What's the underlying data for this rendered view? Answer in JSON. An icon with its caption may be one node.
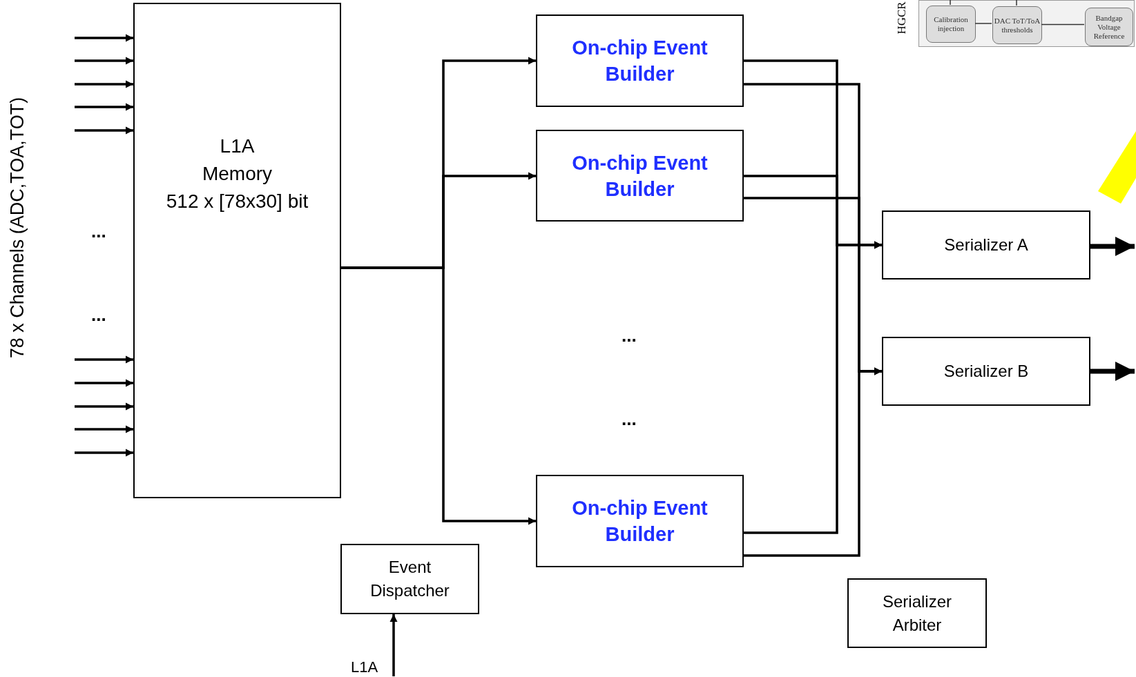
{
  "diagram": {
    "nodes": [
      {
        "text": [
          "L1A",
          "Memory",
          "512 x [78x30] bit"
        ]
      },
      {
        "text": [
          "On-chip Event Builder"
        ]
      },
      {
        "text": [
          "On-chip Event Builder"
        ]
      },
      {
        "text": [
          "On-chip Event Builder"
        ]
      },
      {
        "text": [
          "Serializer A"
        ]
      },
      {
        "text": [
          "Serializer B"
        ]
      },
      {
        "text": [
          "Event Dispatcher"
        ]
      },
      {
        "text": [
          "Serializer Arbiter"
        ]
      },
      {
        "text": [
          "L1A"
        ]
      },
      {
        "text": [],
        "shape": "box"
      },
      {
        "text": [
          "Calibration injection"
        ],
        "in": 9
      },
      {
        "text": [
          "DAC ToT/ToA thresholds"
        ],
        "in": 9
      },
      {
        "text": [
          "Bandgap Voltage Reference"
        ],
        "in": 9
      }
    ],
    "edges": [
      {
        "from": null,
        "to": 0,
        "arrow": "to"
      },
      {
        "from": null,
        "to": 0,
        "arrow": "to"
      },
      {
        "from": null,
        "to": 0,
        "arrow": "to"
      },
      {
        "from": null,
        "to": 0,
        "arrow": "to"
      },
      {
        "from": null,
        "to": 0,
        "arrow": "to"
      },
      {
        "from": null,
        "to": 0,
        "arrow": "to"
      },
      {
        "from": null,
        "to": 0,
        "arrow": "to"
      },
      {
        "from": null,
        "to": 0,
        "arrow": "to"
      },
      {
        "from": null,
        "to": 0,
        "arrow": "to"
      },
      {
        "from": null,
        "to": 0,
        "arrow": "to"
      },
      {
        "from": 0,
        "to": 1,
        "arrow": "to"
      },
      {
        "from": 0,
        "to": 2,
        "arrow": "to"
      },
      {
        "from": 0,
        "to": 3,
        "arrow": "to"
      },
      {
        "from": 1,
        "to": 4,
        "arrow": "to"
      },
      {
        "from": 1,
        "to": 5,
        "arrow": "to"
      },
      {
        "from": 2,
        "to": 4,
        "arrow": "to"
      },
      {
        "from": 2,
        "to": 5,
        "arrow": "to"
      },
      {
        "from": 3,
        "to": 4,
        "arrow": "to"
      },
      {
        "from": 3,
        "to": 5,
        "arrow": "to"
      },
      {
        "from": 4,
        "to": null,
        "arrow": "to",
        "style": "thick"
      },
      {
        "from": 5,
        "to": null,
        "arrow": "to",
        "style": "thick"
      },
      {
        "from": 8,
        "to": 6,
        "arrow": "to"
      },
      {
        "from": 10,
        "to": 11,
        "arrow": "none"
      },
      {
        "from": 11,
        "to": 12,
        "arrow": "none"
      },
      {
        "from": null,
        "to": 10,
        "arrow": "none"
      },
      {
        "from": null,
        "to": 11,
        "arrow": "none"
      }
    ],
    "labels": [
      "78 x Channels (ADC,TOA,TOT)",
      "...",
      "...",
      "...",
      "...",
      "HGCR"
    ]
  }
}
